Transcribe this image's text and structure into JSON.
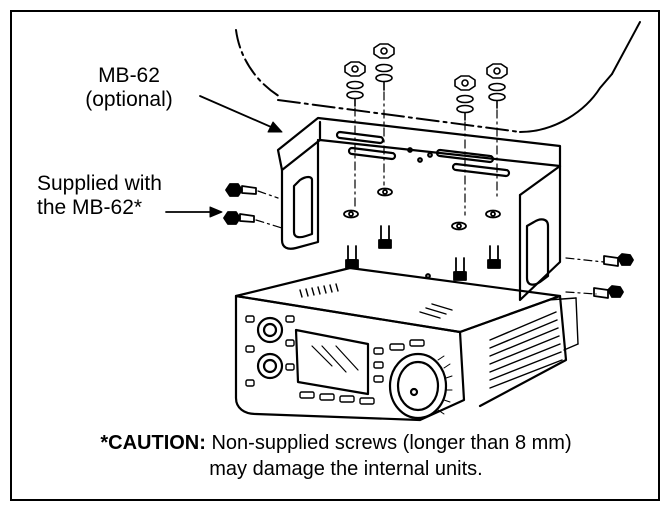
{
  "labels": {
    "bracket_name": "MB-62",
    "bracket_note": "(optional)",
    "supplied_line1": "Supplied with",
    "supplied_line2": "the MB-62*"
  },
  "caution": {
    "heading": "*CAUTION:",
    "line1": "Non-supplied screws (longer than 8 mm)",
    "line2": "may damage the internal units."
  }
}
